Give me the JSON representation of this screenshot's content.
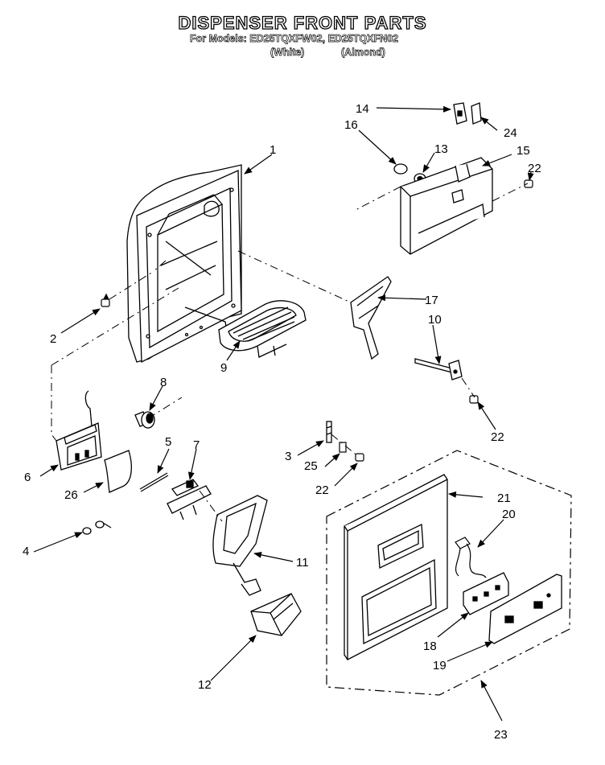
{
  "header": {
    "title": "DISPENSER FRONT PARTS",
    "models_line": "For Models: ED25TQXFW02, ED25TQXFN02",
    "variant_white": "(White)",
    "variant_almond": "(Almond)"
  },
  "callouts": {
    "c1": "1",
    "c2": "2",
    "c3": "3",
    "c4": "4",
    "c5": "5",
    "c6": "6",
    "c7": "7",
    "c8": "8",
    "c9": "9",
    "c10": "10",
    "c11": "11",
    "c12": "12",
    "c13": "13",
    "c14": "14",
    "c15": "15",
    "c16": "16",
    "c17": "17",
    "c18": "18",
    "c19": "19",
    "c20": "20",
    "c21": "21",
    "c22a": "22",
    "c22b": "22",
    "c22c": "22",
    "c23": "23",
    "c24": "24",
    "c25": "25",
    "c26": "26"
  }
}
